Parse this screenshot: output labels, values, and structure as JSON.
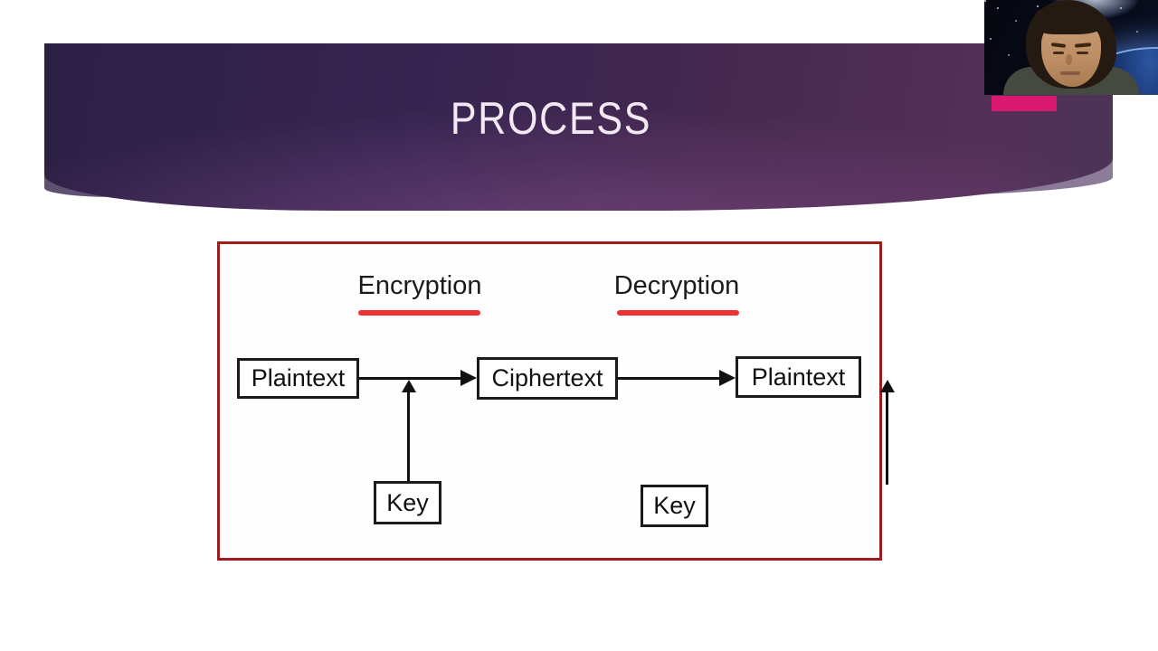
{
  "slide": {
    "title": "PROCESS"
  },
  "diagram": {
    "process_labels": {
      "encryption": "Encryption",
      "decryption": "Decryption"
    },
    "nodes": {
      "plaintext_in": "Plaintext",
      "ciphertext": "Ciphertext",
      "plaintext_out": "Plaintext",
      "encryption_key": "Key",
      "decryption_key": "Key"
    }
  },
  "webcam": {
    "role": "presenter-self-view"
  },
  "colors": {
    "header_gradient_start": "#2c1f45",
    "header_gradient_end": "#533058",
    "header_swoosh_light": "#8d7d9a",
    "accent_pink": "#d9196f",
    "diagram_frame_red": "#9e1c1c",
    "label_underline_red": "#ee3233",
    "diagram_line_black": "#111111",
    "slide_background": "#ffffff"
  }
}
